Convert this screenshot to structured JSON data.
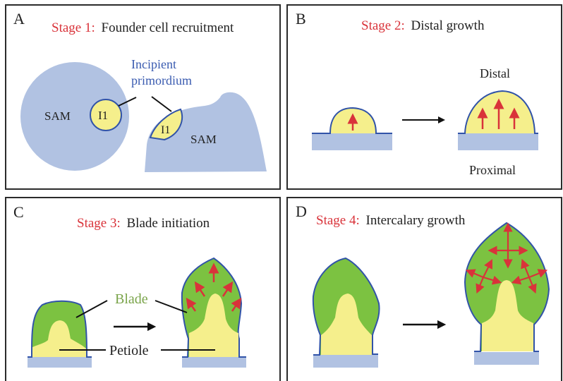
{
  "colors": {
    "stage_label": "#d9333a",
    "text": "#222222",
    "meristem": "#b1c2e2",
    "outline": "#3153a8",
    "primordium": "#f5ef8c",
    "blade": "#7cc241",
    "arrow_red": "#d9333a",
    "arrow_black": "#111111",
    "blade_label": "#7aa44a",
    "incipient_label": "#3a5bb0"
  },
  "panels": [
    {
      "letter": "A",
      "stage": "Stage 1:",
      "title": "Founder cell recruitment",
      "labels": {
        "sam_left": "SAM",
        "sam_right": "SAM",
        "i1_left": "I1",
        "i1_right": "I1",
        "incipient_line1": "Incipient",
        "incipient_line2": "primordium"
      }
    },
    {
      "letter": "B",
      "stage": "Stage 2:",
      "title": "Distal growth",
      "labels": {
        "distal": "Distal",
        "proximal": "Proximal"
      }
    },
    {
      "letter": "C",
      "stage": "Stage 3:",
      "title": "Blade initiation",
      "labels": {
        "blade": "Blade",
        "petiole": "Petiole"
      }
    },
    {
      "letter": "D",
      "stage": "Stage 4:",
      "title": "Intercalary growth",
      "labels": {}
    }
  ]
}
